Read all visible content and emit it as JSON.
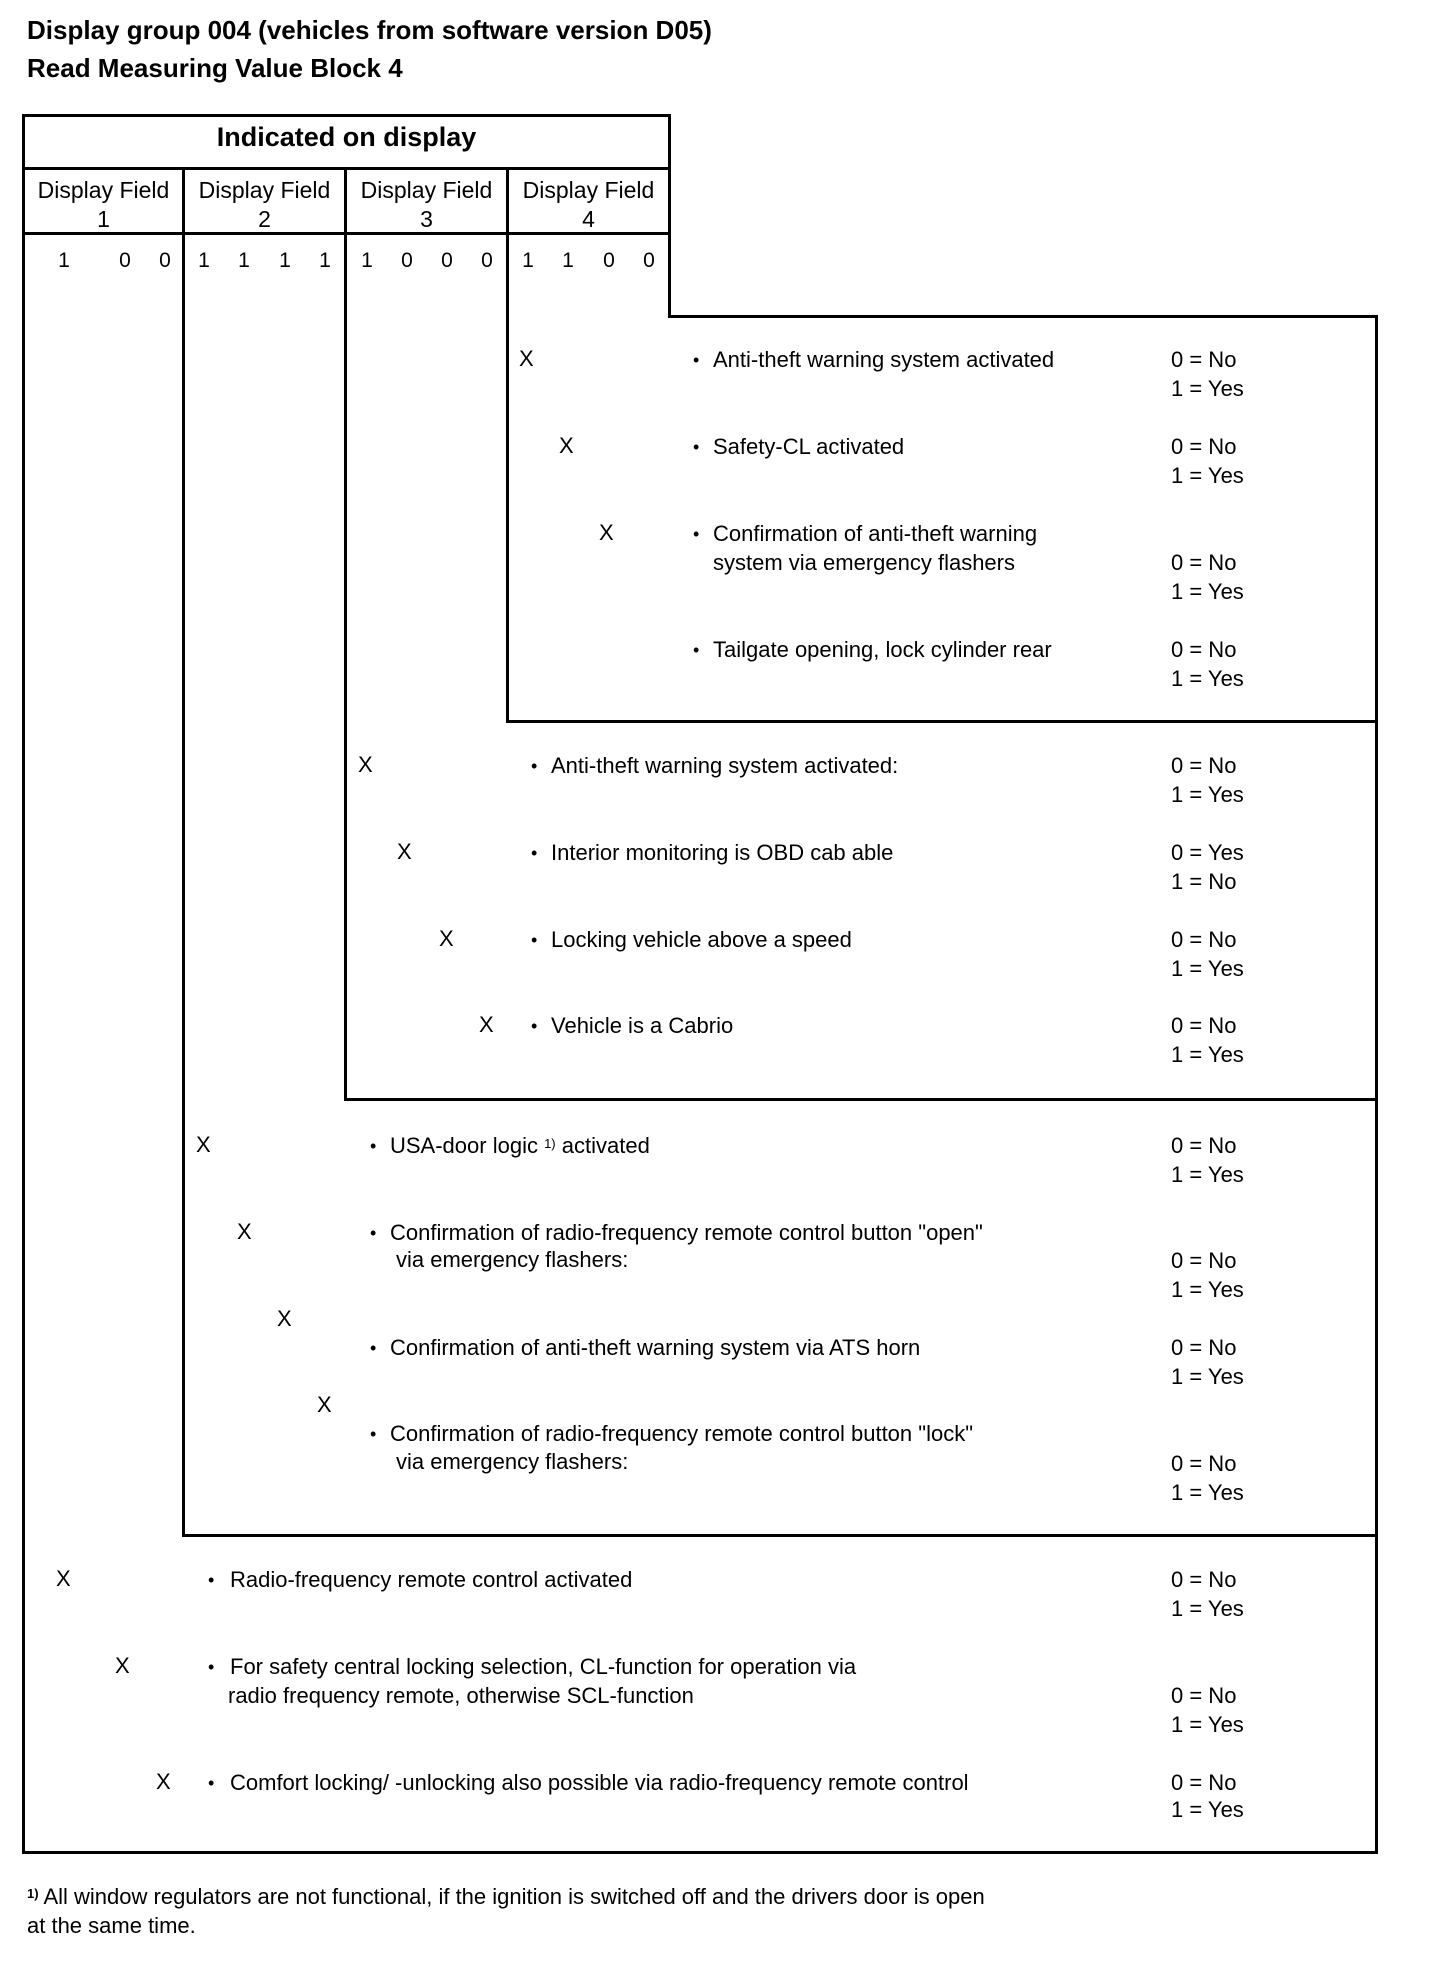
{
  "title": {
    "line1": "Display group 004 (vehicles from software version D05)",
    "line2": "Read Measuring Value Block 4"
  },
  "table_header": "Indicated on display",
  "display_fields": [
    {
      "label_line1": "Display Field",
      "label_line2": "1",
      "values": [
        "1",
        "",
        "0",
        "0"
      ]
    },
    {
      "label_line1": "Display Field",
      "label_line2": "2",
      "values": [
        "1",
        "1",
        "1",
        "1"
      ]
    },
    {
      "label_line1": "Display Field",
      "label_line2": "3",
      "values": [
        "1",
        "0",
        "0",
        "0"
      ]
    },
    {
      "label_line1": "Display Field",
      "label_line2": "4",
      "values": [
        "1",
        "1",
        "0",
        "0"
      ]
    }
  ],
  "bit_mark": "X",
  "bullet": "•",
  "field4_rows": [
    {
      "lines": [
        "Anti-theft warning system activated"
      ],
      "options": [
        "0 = No",
        "1 = Yes"
      ]
    },
    {
      "lines": [
        "Safety-CL activated"
      ],
      "options": [
        "0 = No",
        "1 = Yes"
      ]
    },
    {
      "lines": [
        "Confirmation of anti-theft warning",
        "system via emergency flashers"
      ],
      "options": [
        "0 = No",
        "1 = Yes"
      ]
    },
    {
      "lines": [
        "Tailgate opening, lock cylinder rear"
      ],
      "options": [
        "0 = No",
        "1 = Yes"
      ]
    }
  ],
  "field3_rows": [
    {
      "lines": [
        "Anti-theft warning system activated:"
      ],
      "options": [
        "0 = No",
        "1 = Yes"
      ]
    },
    {
      "lines": [
        "Interior monitoring is OBD cab able"
      ],
      "options": [
        "0 = Yes",
        "1 = No"
      ]
    },
    {
      "lines": [
        "Locking vehicle above a speed"
      ],
      "options": [
        "0 = No",
        "1 = Yes"
      ]
    },
    {
      "lines": [
        "Vehicle is a Cabrio"
      ],
      "options": [
        "0 = No",
        "1 = Yes"
      ]
    }
  ],
  "field2_rows": [
    {
      "text_before": "USA-door logic",
      "footnote_mark": "1)",
      "text_after": "activated",
      "options": [
        "0 = No",
        "1 = Yes"
      ]
    },
    {
      "lines": [
        "Confirmation of radio-frequency remote control button \"open\"",
        "via emergency flashers:"
      ],
      "options": [
        "0 = No",
        "1 = Yes"
      ]
    },
    {
      "lines": [
        "Confirmation of anti-theft warning system via ATS horn"
      ],
      "options": [
        "0 = No",
        "1 = Yes"
      ]
    },
    {
      "lines": [
        "Confirmation of radio-frequency remote control button \"lock\"",
        "via emergency flashers:"
      ],
      "options": [
        "0 = No",
        "1 = Yes"
      ]
    }
  ],
  "field1_rows": [
    {
      "lines": [
        "Radio-frequency remote control activated"
      ],
      "options": [
        "0 = No",
        "1 = Yes"
      ]
    },
    {
      "lines": [
        "For safety central locking selection, CL-function for operation via",
        "radio frequency remote, otherwise SCL-function"
      ],
      "options": [
        "0 = No",
        "1 = Yes"
      ]
    },
    {
      "lines": [
        "Comfort locking/ -unlocking also possible via radio-frequency remote control"
      ],
      "options": [
        "0 = No",
        "1 = Yes"
      ]
    }
  ],
  "footnote": {
    "mark": "1)",
    "line1": "All window regulators are not functional, if the ignition is switched off and the drivers door is open",
    "line2": "at the same time."
  }
}
